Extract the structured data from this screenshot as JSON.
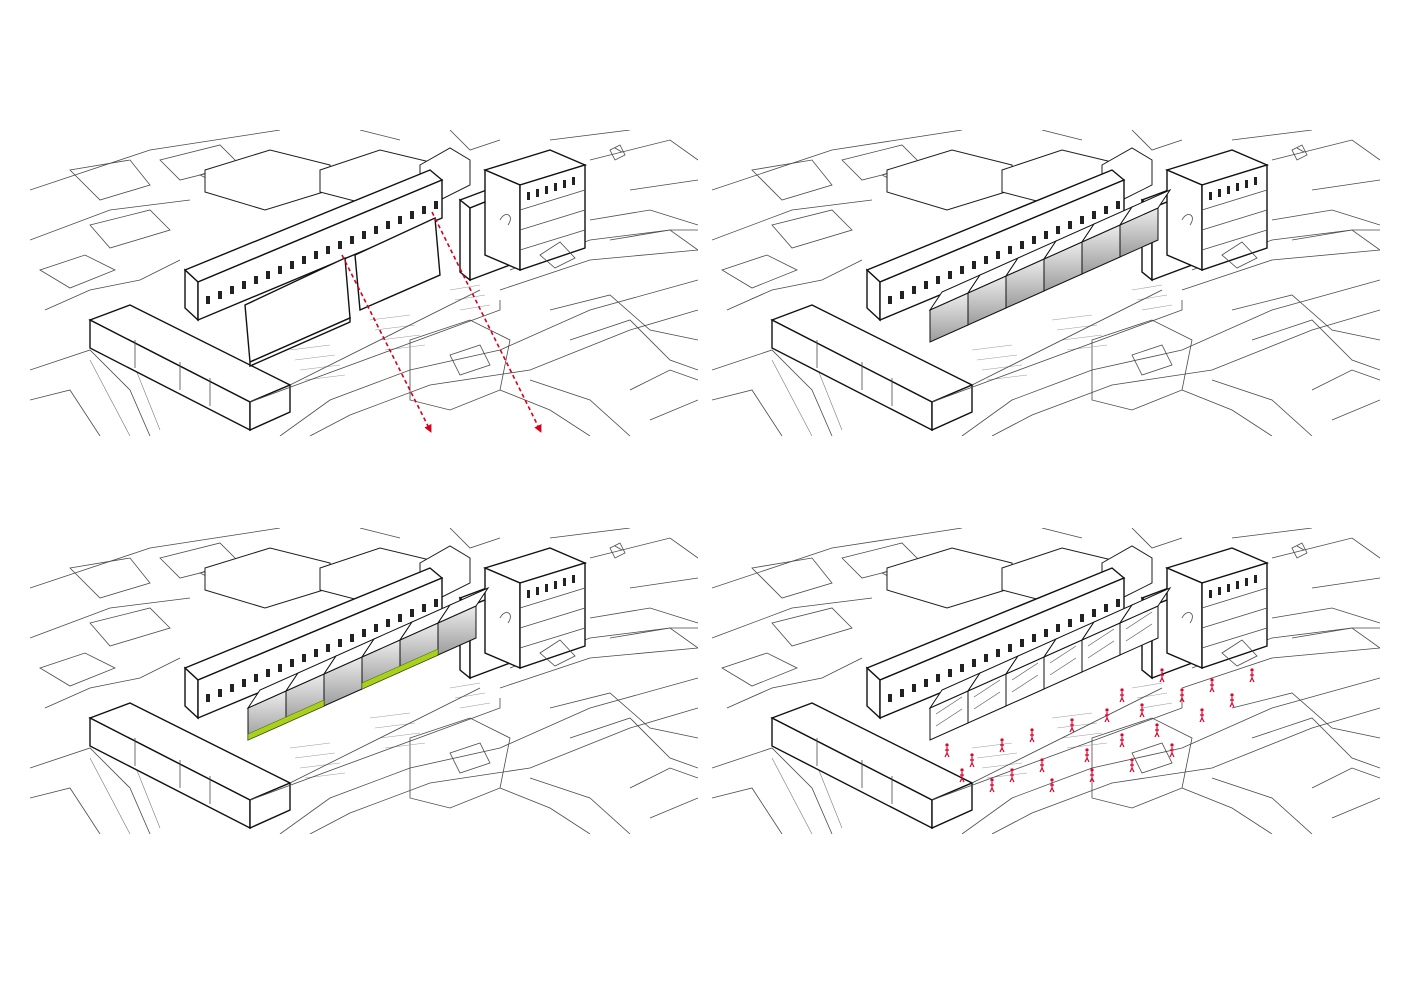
{
  "colors": {
    "background": "#ffffff",
    "linework": "#1c1c1c",
    "context": "#4a4a4a",
    "arrow": "#d6001c",
    "green_strip": "#a9d11a",
    "people": "#e0002a",
    "massing_dark": "#8c8c8c",
    "massing_light": "#ffffff"
  },
  "panels": [
    {
      "id": "panel-1",
      "stage": "existing-sheds-with-view-axes",
      "arrows": 2
    },
    {
      "id": "panel-2",
      "stage": "pitched-roof-modules"
    },
    {
      "id": "panel-3",
      "stage": "modules-with-green-strip"
    },
    {
      "id": "panel-4",
      "stage": "open-modules-with-people"
    }
  ]
}
